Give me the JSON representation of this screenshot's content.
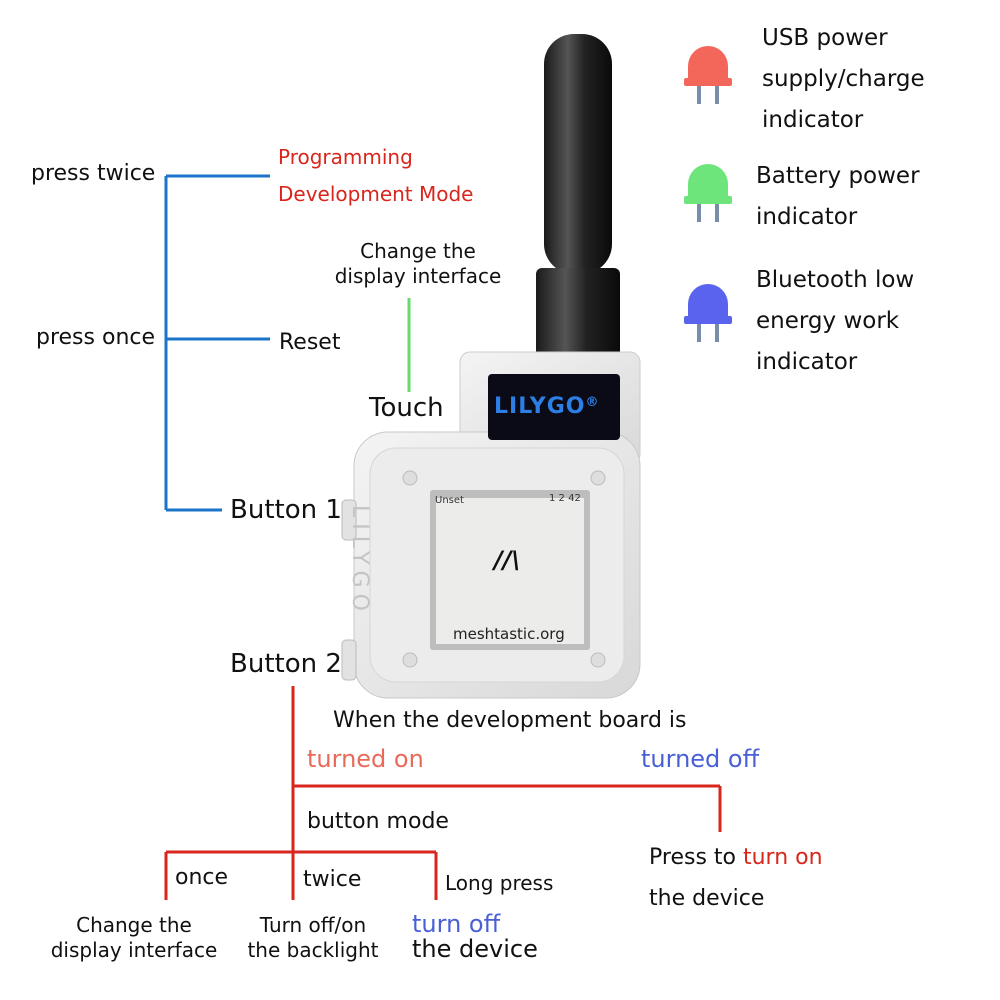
{
  "left_panel": {
    "press_twice": "press twice",
    "press_once": "press once",
    "programming": "Programming",
    "dev_mode": "Development Mode",
    "reset": "Reset",
    "button1": "Button 1"
  },
  "touch": {
    "caption_line1": "Change the",
    "caption_line2": "display interface",
    "label": "Touch"
  },
  "legend": [
    {
      "lines": [
        "USB power",
        "supply/charge",
        "indicator"
      ],
      "color": "#f2675a",
      "icon": "led-icon"
    },
    {
      "lines": [
        "Battery power",
        "indicator"
      ],
      "color": "#6ee57a",
      "icon": "led-icon"
    },
    {
      "lines": [
        "Bluetooth low",
        "energy work",
        "indicator"
      ],
      "color": "#5a63ee",
      "icon": "led-icon"
    }
  ],
  "device": {
    "brand": "LILYGO",
    "brand_mark": "®",
    "side_text": "LILYGO",
    "screen_status_left": "Unset",
    "screen_status_right": "1 2 42",
    "screen_logo": "//\\",
    "screen_url": "meshtastic.org"
  },
  "button2": {
    "label": "Button 2",
    "when": "When the development board is",
    "turned_on": "turned on",
    "turned_off": "turned off",
    "button_mode": "button mode",
    "once": "once",
    "twice": "twice",
    "long_press": "Long press",
    "change1": "Change the",
    "change2": "display interface",
    "backlight1": "Turn off/on",
    "backlight2": "the backlight",
    "turnoff": "turn off",
    "thedevice": "the device",
    "press_to": "Press to ",
    "turn_on": "turn on",
    "the_device2": "the device"
  },
  "colors": {
    "blue_line": "#1b74c9",
    "green_line": "#69d96d",
    "red_line": "#d9261c"
  }
}
